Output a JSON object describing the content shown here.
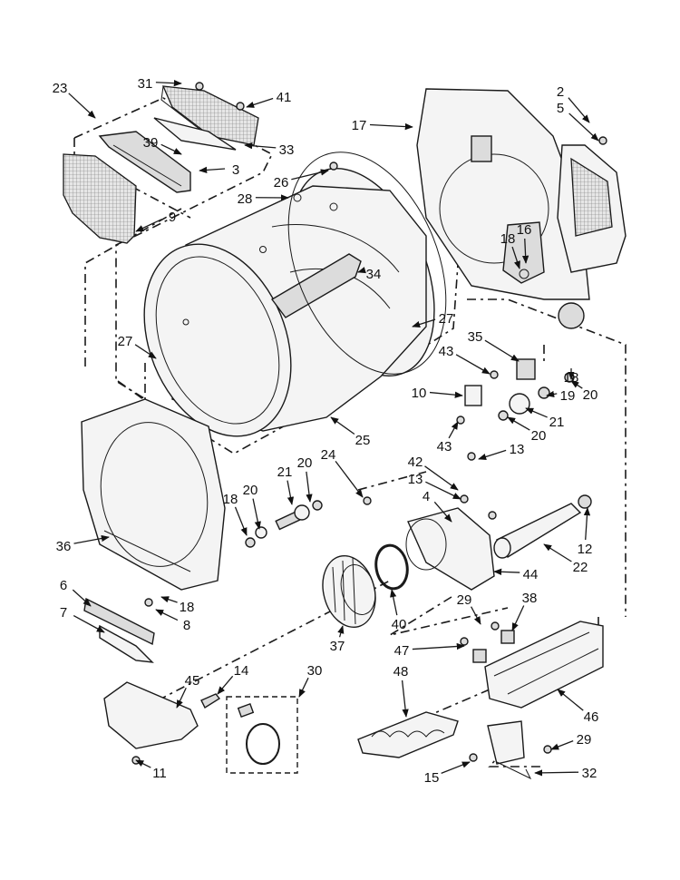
{
  "diagram": {
    "callouts": [
      {
        "id": "c23",
        "label": "23"
      },
      {
        "id": "c31",
        "label": "31"
      },
      {
        "id": "c41",
        "label": "41"
      },
      {
        "id": "c2",
        "label": "2"
      },
      {
        "id": "c5",
        "label": "5"
      },
      {
        "id": "c17",
        "label": "17"
      },
      {
        "id": "c39",
        "label": "39"
      },
      {
        "id": "c33",
        "label": "33"
      },
      {
        "id": "c3",
        "label": "3"
      },
      {
        "id": "c26",
        "label": "26"
      },
      {
        "id": "c28",
        "label": "28"
      },
      {
        "id": "c9",
        "label": "9"
      },
      {
        "id": "c16",
        "label": "16"
      },
      {
        "id": "c18a",
        "label": "18"
      },
      {
        "id": "c34",
        "label": "34"
      },
      {
        "id": "c27a",
        "label": "27"
      },
      {
        "id": "c27b",
        "label": "27"
      },
      {
        "id": "c35",
        "label": "35"
      },
      {
        "id": "c43a",
        "label": "43"
      },
      {
        "id": "c18b",
        "label": "18"
      },
      {
        "id": "c10",
        "label": "10"
      },
      {
        "id": "c19",
        "label": "19"
      },
      {
        "id": "c20a",
        "label": "20"
      },
      {
        "id": "c21a",
        "label": "21"
      },
      {
        "id": "c20b",
        "label": "20"
      },
      {
        "id": "c25",
        "label": "25"
      },
      {
        "id": "c43b",
        "label": "43"
      },
      {
        "id": "c13a",
        "label": "13"
      },
      {
        "id": "c42",
        "label": "42"
      },
      {
        "id": "c13b",
        "label": "13"
      },
      {
        "id": "c24",
        "label": "24"
      },
      {
        "id": "c21b",
        "label": "21"
      },
      {
        "id": "c20c",
        "label": "20"
      },
      {
        "id": "c18c",
        "label": "18"
      },
      {
        "id": "c20d",
        "label": "20"
      },
      {
        "id": "c4",
        "label": "4"
      },
      {
        "id": "c36",
        "label": "36"
      },
      {
        "id": "c12",
        "label": "12"
      },
      {
        "id": "c22",
        "label": "22"
      },
      {
        "id": "c44",
        "label": "44"
      },
      {
        "id": "c6",
        "label": "6"
      },
      {
        "id": "c18d",
        "label": "18"
      },
      {
        "id": "c8",
        "label": "8"
      },
      {
        "id": "c7",
        "label": "7"
      },
      {
        "id": "c29a",
        "label": "29"
      },
      {
        "id": "c38",
        "label": "38"
      },
      {
        "id": "c40",
        "label": "40"
      },
      {
        "id": "c37",
        "label": "37"
      },
      {
        "id": "c47",
        "label": "47"
      },
      {
        "id": "c14",
        "label": "14"
      },
      {
        "id": "c30",
        "label": "30"
      },
      {
        "id": "c48",
        "label": "48"
      },
      {
        "id": "c45",
        "label": "45"
      },
      {
        "id": "c46",
        "label": "46"
      },
      {
        "id": "c29b",
        "label": "29"
      },
      {
        "id": "c11",
        "label": "11"
      },
      {
        "id": "c15",
        "label": "15"
      },
      {
        "id": "c32",
        "label": "32"
      }
    ]
  }
}
